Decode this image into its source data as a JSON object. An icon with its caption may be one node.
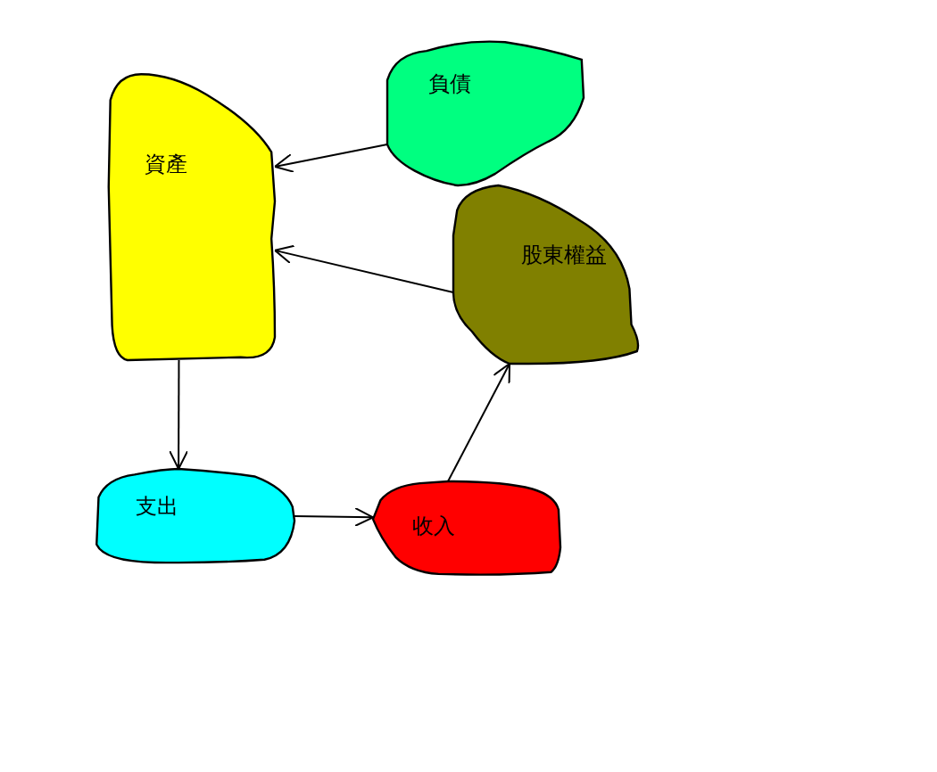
{
  "diagram": {
    "nodes": [
      {
        "text": [
          "資產"
        ]
      },
      {
        "text": [
          "負債"
        ]
      },
      {
        "text": [
          "股東權益"
        ]
      },
      {
        "text": [
          "支出"
        ]
      },
      {
        "text": [
          "收入"
        ]
      }
    ],
    "edges": [
      {
        "from": 1,
        "to": 0,
        "arrow": "to"
      },
      {
        "from": 2,
        "to": 0,
        "arrow": "to"
      },
      {
        "from": 0,
        "to": 3,
        "arrow": "to"
      },
      {
        "from": 3,
        "to": 4,
        "arrow": "to"
      },
      {
        "from": 4,
        "to": 2,
        "arrow": "to"
      }
    ]
  }
}
